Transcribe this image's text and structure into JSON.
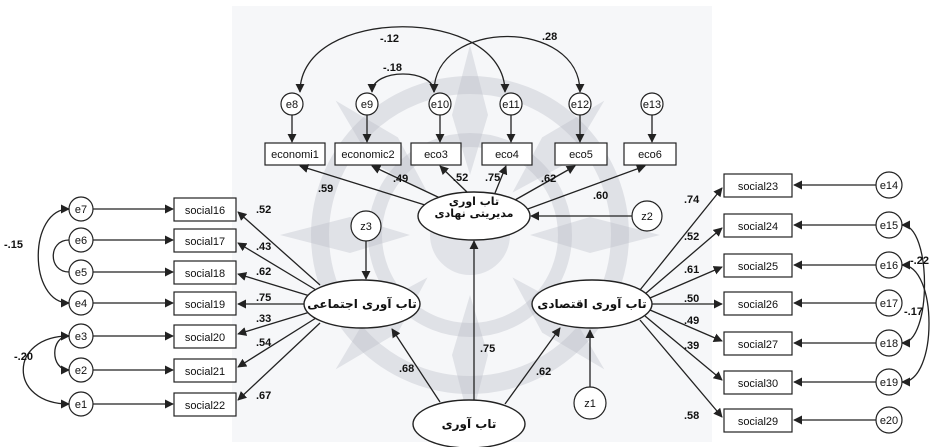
{
  "latents": {
    "institutional": "تاب آوری مدیریتی نهادی",
    "social": "تاب آوری اجتماعی",
    "economic": "تاب آوری اقتصادی",
    "resilience": "تاب آوری"
  },
  "disturbances": {
    "z1": "z1",
    "z2": "z2",
    "z3": "z3"
  },
  "top_indicators": [
    {
      "label": "economi1",
      "error": "e8",
      "loading": ".59"
    },
    {
      "label": "economic2",
      "error": "e9",
      "loading": ".49"
    },
    {
      "label": "eco3",
      "error": "e10",
      "loading": ".52"
    },
    {
      "label": "eco4",
      "error": "e11",
      "loading": ".75"
    },
    {
      "label": "eco5",
      "error": "e12",
      "loading": ".62"
    },
    {
      "label": "eco6",
      "error": "e13",
      "loading": ".60"
    }
  ],
  "left_indicators": [
    {
      "label": "social16",
      "error": "e7",
      "loading": ".52"
    },
    {
      "label": "social17",
      "error": "e6",
      "loading": ".43"
    },
    {
      "label": "social18",
      "error": "e5",
      "loading": ".62"
    },
    {
      "label": "social19",
      "error": "e4",
      "loading": ".75"
    },
    {
      "label": "social20",
      "error": "e3",
      "loading": ".33"
    },
    {
      "label": "social21",
      "error": "e2",
      "loading": ".54"
    },
    {
      "label": "social22",
      "error": "e1",
      "loading": ".67"
    }
  ],
  "right_indicators": [
    {
      "label": "social23",
      "error": "e14",
      "loading": ".74"
    },
    {
      "label": "social24",
      "error": "e15",
      "loading": ".52"
    },
    {
      "label": "social25",
      "error": "e16",
      "loading": ".61"
    },
    {
      "label": "social26",
      "error": "e17",
      "loading": ".50"
    },
    {
      "label": "social27",
      "error": "e18",
      "loading": ".49"
    },
    {
      "label": "social30",
      "error": "e19",
      "loading": ".39"
    },
    {
      "label": "social29",
      "error": "e20",
      "loading": ".58"
    }
  ],
  "paths": {
    "to_social": ".68",
    "to_institutional": ".75",
    "to_economic": ".62"
  },
  "covariances": {
    "e8_e11": "-.12",
    "e9_e10": "-.18",
    "e10_e13": ".28",
    "e7_e4": "-.15",
    "e3_e1": "-.20",
    "e15_e18": "-.22",
    "e16_e19": "-.17"
  },
  "colors": {
    "line": "#222222",
    "watermark": "#b9bcc6"
  }
}
